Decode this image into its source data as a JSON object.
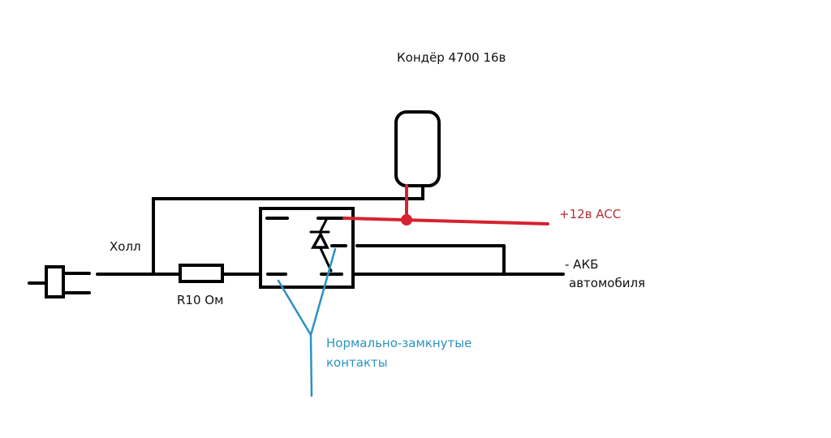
{
  "labels": {
    "capacitor": "Кондёр 4700 16в",
    "acc": "+12в ACC",
    "hall": "Холл",
    "resistor": "R10 Ом",
    "battery_line1": "- АКБ",
    "battery_line2": "автомобиля",
    "nc_contacts_line1": "Нормально-замкнутые",
    "nc_contacts_line2": "контакты"
  },
  "colors": {
    "background": "#ffffff",
    "wire": "#000000",
    "acc_wire": "#d5232f",
    "acc_text": "#b5303a",
    "annotation": "#2a93bf"
  },
  "components": [
    {
      "id": "connector",
      "type": "plug-icon"
    },
    {
      "id": "resistor",
      "type": "resistor"
    },
    {
      "id": "relay",
      "type": "relay-with-diode"
    },
    {
      "id": "capacitor",
      "type": "capacitor"
    },
    {
      "id": "junction",
      "type": "junction-dot"
    }
  ]
}
